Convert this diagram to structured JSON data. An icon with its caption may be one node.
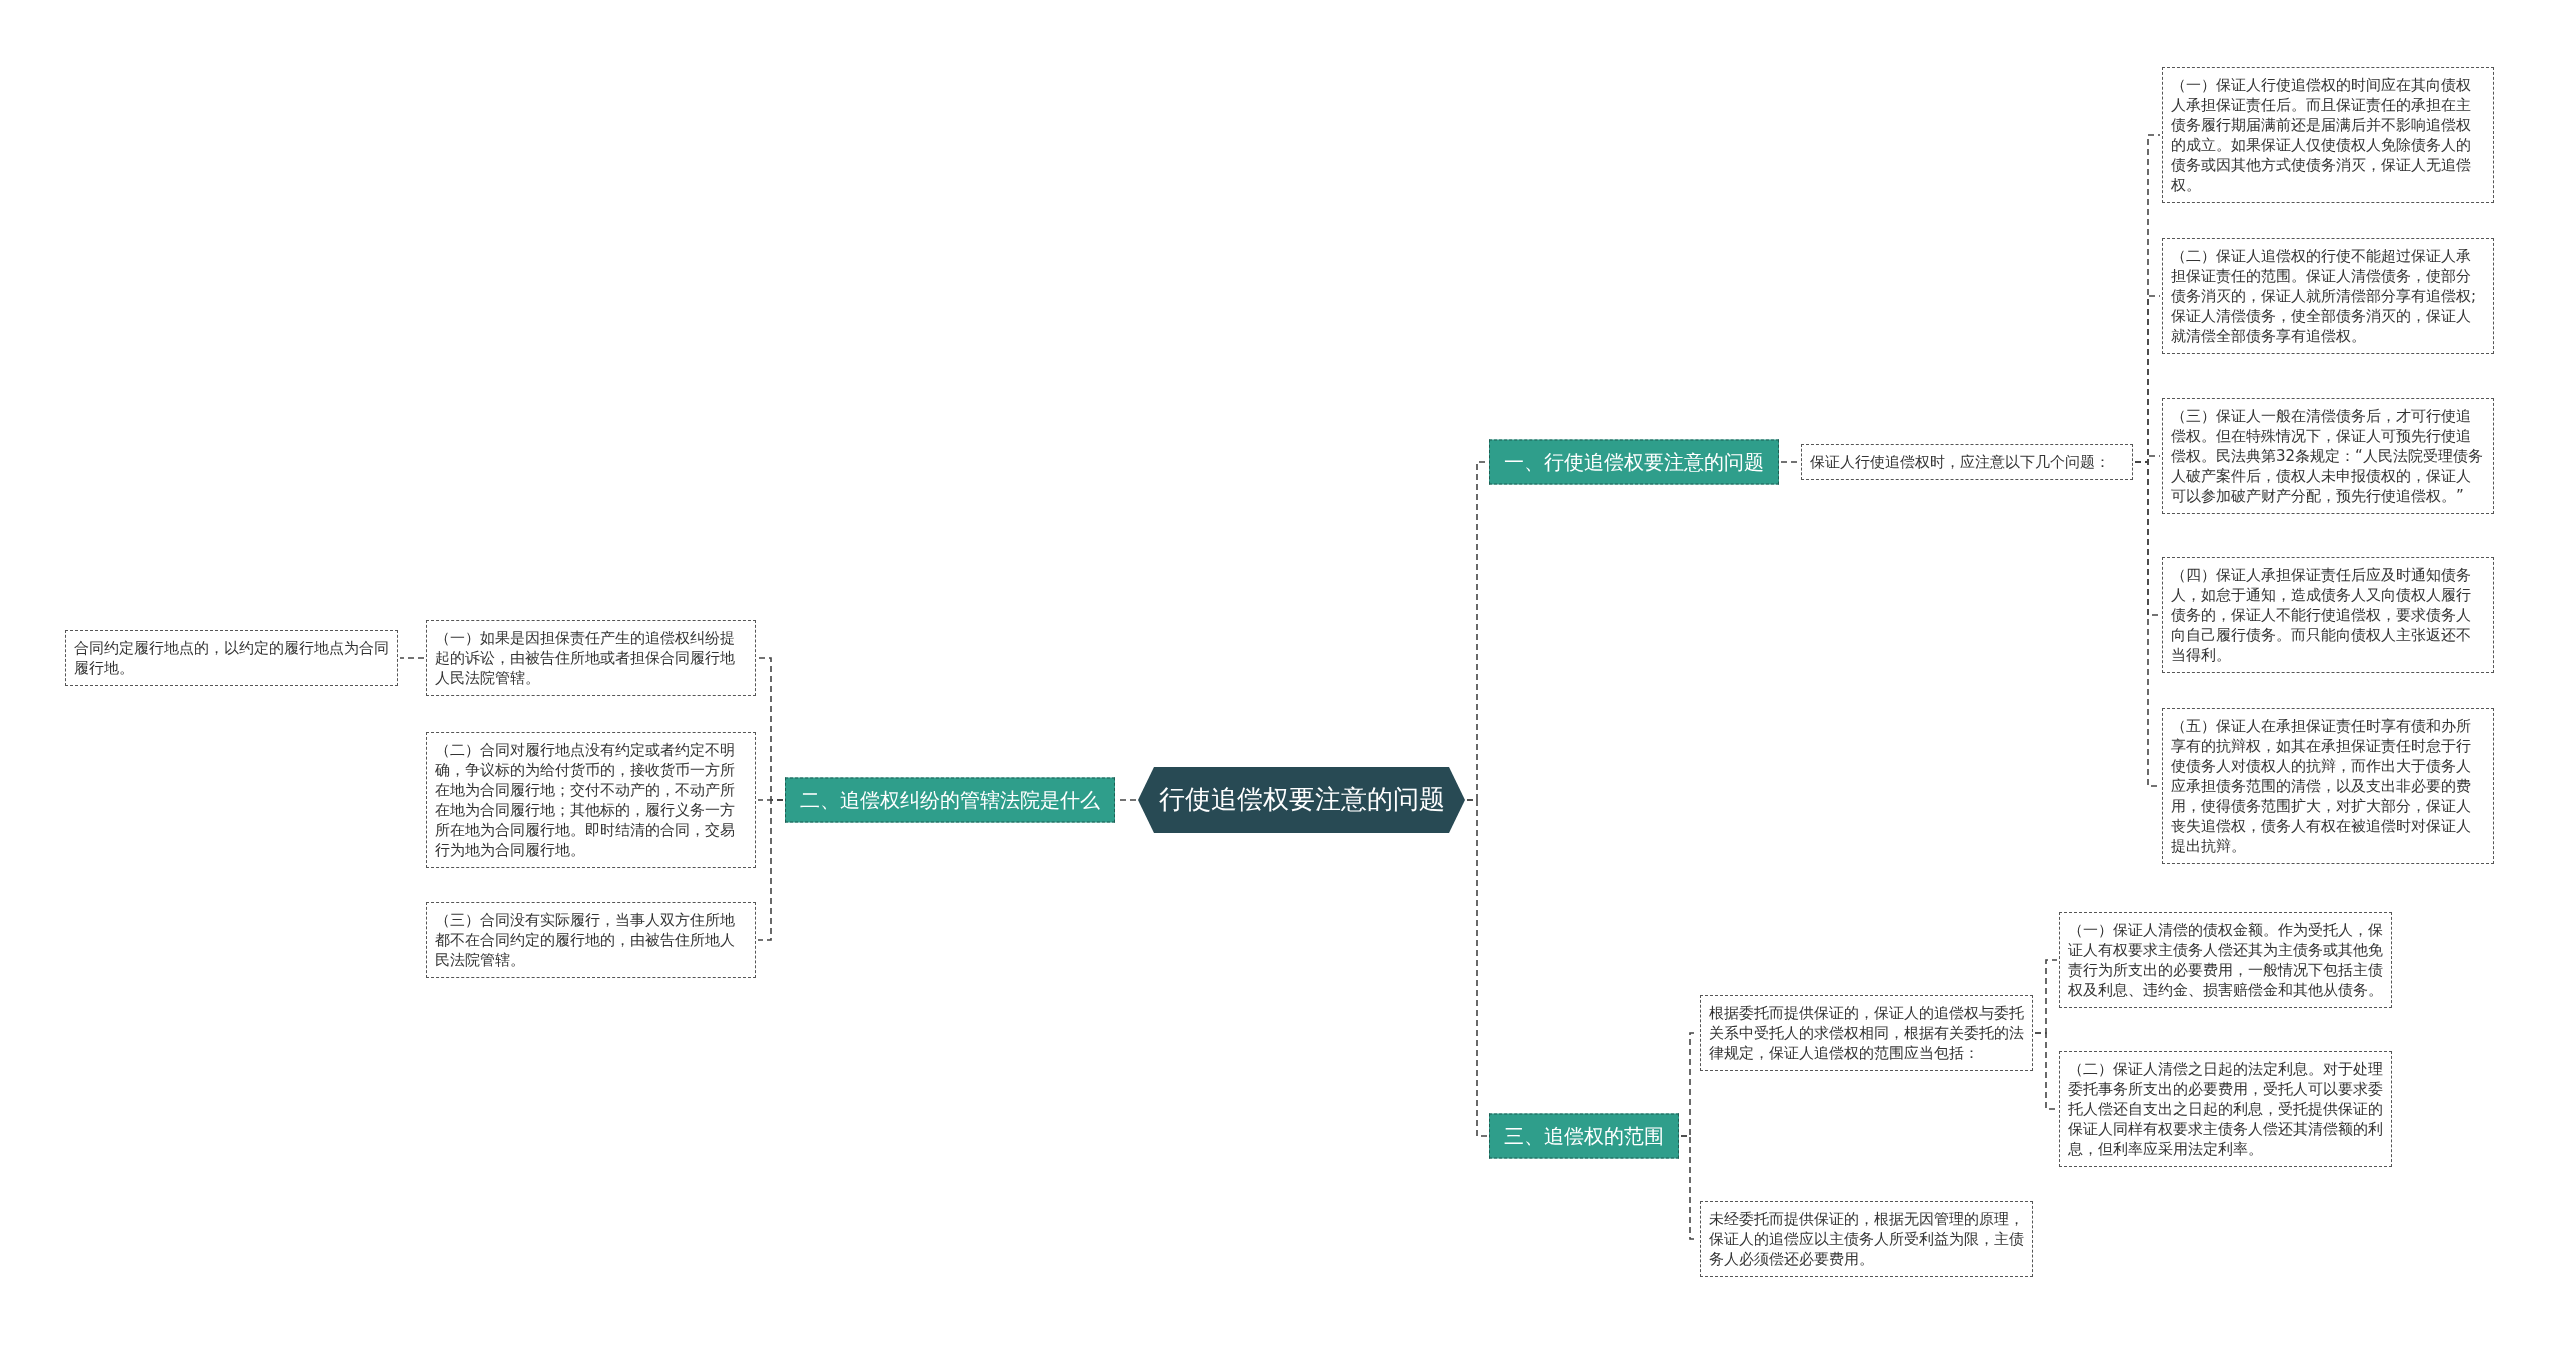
{
  "diagram": {
    "nodes": [
      {
        "text": [
          "行使追偿权要注意的问题"
        ]
      },
      {
        "text": [
          "一、行使追偿权要注意的问题"
        ]
      },
      {
        "text": [
          "保证人行使追偿权时，应注意以下几个问题："
        ]
      },
      {
        "text": [
          "（一）保证人行使追偿权的时间应在其向债权人承担保证责任后。而且保证责任的承担在主债务履行期届满前还是届满后并不影响追偿权的成立。如果保证人仅使债权人免除债务人的债务或因其他方式使债务消灭，保证人无追偿权。"
        ]
      },
      {
        "text": [
          "（二）保证人追偿权的行使不能超过保证人承担保证责任的范围。保证人清偿债务，使部分债务消灭的，保证人就所清偿部分享有追偿权;保证人清偿债务，使全部债务消灭的，保证人就清偿全部债务享有追偿权。"
        ]
      },
      {
        "text": [
          "（三）保证人一般在清偿债务后，才可行使追偿权。但在特殊情况下，保证人可预先行使追偿权。民法典第32条规定：“人民法院受理债务人破产案件后，债权人未申报债权的，保证人可以参加破产财产分配，预先行使追偿权。”"
        ]
      },
      {
        "text": [
          "（四）保证人承担保证责任后应及时通知债务人，如怠于通知，造成债务人又向债权人履行债务的，保证人不能行使追偿权，要求债务人向自己履行债务。而只能向债权人主张返还不当得利。"
        ]
      },
      {
        "text": [
          "（五）保证人在承担保证责任时享有债和办所享有的抗辩权，如其在承担保证责任时怠于行使债务人对债权人的抗辩，而作出大于债务人应承担债务范围的清偿，以及支出非必要的费用，使得债务范围扩大，对扩大部分，保证人丧失追偿权，债务人有权在被追偿时对保证人提出抗辩。"
        ]
      },
      {
        "text": [
          "二、追偿权纠纷的管辖法院是什么"
        ]
      },
      {
        "text": [
          "（一）如果是因担保责任产生的追偿权纠纷提起的诉讼，由被告住所地或者担保合同履行地人民法院管辖。"
        ]
      },
      {
        "text": [
          "合同约定履行地点的，以约定的履行地点为合同履行地。"
        ]
      },
      {
        "text": [
          "（二）合同对履行地点没有约定或者约定不明确，争议标的为给付货币的，接收货币一方所在地为合同履行地；交付不动产的，不动产所在地为合同履行地；其他标的，履行义务一方所在地为合同履行地。即时结清的合同，交易行为地为合同履行地。"
        ]
      },
      {
        "text": [
          "（三）合同没有实际履行，当事人双方住所地都不在合同约定的履行地的，由被告住所地人民法院管辖。"
        ]
      },
      {
        "text": [
          "三、追偿权的范围"
        ]
      },
      {
        "text": [
          "根据委托而提供保证的，保证人的追偿权与委托关系中受托人的求偿权相同，根据有关委托的法律规定，保证人追偿权的范围应当包括："
        ]
      },
      {
        "text": [
          "（一）保证人清偿的债权金额。作为受托人，保证人有权要求主债务人偿还其为主债务或其他免责行为所支出的必要费用，一般情况下包括主债权及利息、违约金、损害赔偿金和其他从债务。"
        ]
      },
      {
        "text": [
          "（二）保证人清偿之日起的法定利息。对于处理委托事务所支出的必要费用，受托人可以要求委托人偿还自支出之日起的利息，受托提供保证的保证人同样有权要求主债务人偿还其清偿额的利息，但利率应采用法定利率。"
        ]
      },
      {
        "text": [
          "未经委托而提供保证的，根据无因管理的原理，保证人的追偿应以主债务人所受利益为限，主债务人必须偿还必要费用。"
        ]
      }
    ],
    "edges": [
      {
        "from": 0,
        "to": 1,
        "arrow": "none"
      },
      {
        "from": 1,
        "to": 2,
        "arrow": "none"
      },
      {
        "from": 2,
        "to": 3,
        "arrow": "none"
      },
      {
        "from": 2,
        "to": 4,
        "arrow": "none"
      },
      {
        "from": 2,
        "to": 5,
        "arrow": "none"
      },
      {
        "from": 2,
        "to": 6,
        "arrow": "none"
      },
      {
        "from": 2,
        "to": 7,
        "arrow": "none"
      },
      {
        "from": 0,
        "to": 8,
        "arrow": "none"
      },
      {
        "from": 8,
        "to": 9,
        "arrow": "none"
      },
      {
        "from": 9,
        "to": 10,
        "arrow": "none"
      },
      {
        "from": 8,
        "to": 11,
        "arrow": "none"
      },
      {
        "from": 8,
        "to": 12,
        "arrow": "none"
      },
      {
        "from": 0,
        "to": 13,
        "arrow": "none"
      },
      {
        "from": 13,
        "to": 14,
        "arrow": "none"
      },
      {
        "from": 14,
        "to": 15,
        "arrow": "none"
      },
      {
        "from": 14,
        "to": 16,
        "arrow": "none"
      },
      {
        "from": 13,
        "to": 17,
        "arrow": "none"
      }
    ]
  }
}
